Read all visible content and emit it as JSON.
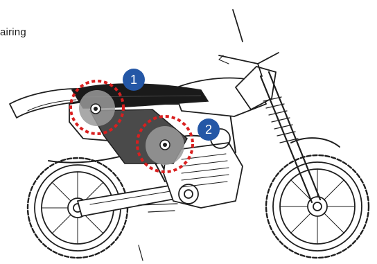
{
  "caption": {
    "text": "airing"
  },
  "callouts": [
    {
      "number": "1",
      "target": "seat"
    },
    {
      "number": "2",
      "target": "side-panel-lower-bolt"
    }
  ],
  "colors": {
    "badge": "#2457a6",
    "dashed_highlight": "#d91f1f",
    "line_art": "#1e1e1e",
    "highlight_fill": "#9a9a9a",
    "panel_fill": "#4a4a4a"
  }
}
